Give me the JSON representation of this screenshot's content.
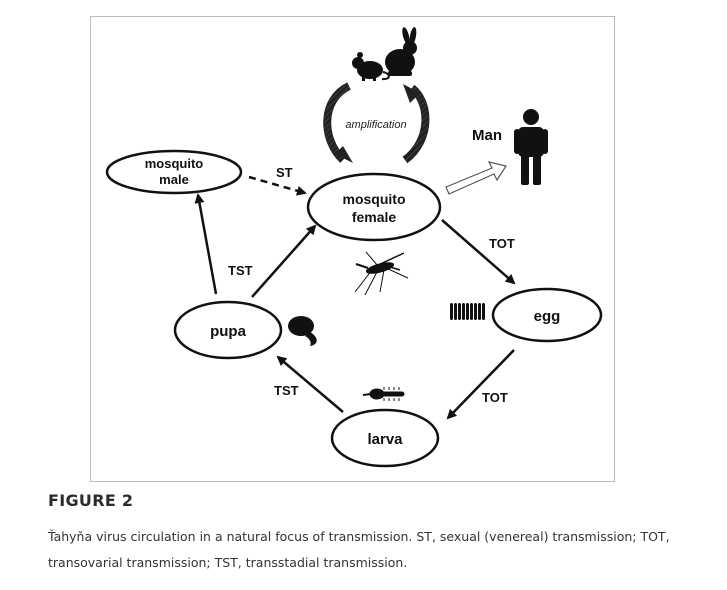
{
  "figure": {
    "title": "FIGURE 2",
    "caption": "Ťahyňa virus circulation in a natural focus of transmission. ST, sexual (venereal) transmission; TOT, transovarial transmission; TST, transstadial transmission."
  },
  "diagram": {
    "nodes": {
      "mosquito_male": {
        "line1": "mosquito",
        "line2": "male"
      },
      "mosquito_female": {
        "line1": "mosquito",
        "line2": "female"
      },
      "egg": "egg",
      "larva": "larva",
      "pupa": "pupa"
    },
    "edge_labels": {
      "st": "ST",
      "tot_female_egg": "TOT",
      "tot_egg_larva": "TOT",
      "tst_larva_pupa": "TST",
      "tst_pupa_male": "TST"
    },
    "amplification": "amplification",
    "man": "Man",
    "icons": [
      "rat-icon",
      "rabbit-icon",
      "human-icon",
      "mosquito-icon",
      "eggs-icon",
      "larva-icon",
      "pupa-icon"
    ]
  }
}
